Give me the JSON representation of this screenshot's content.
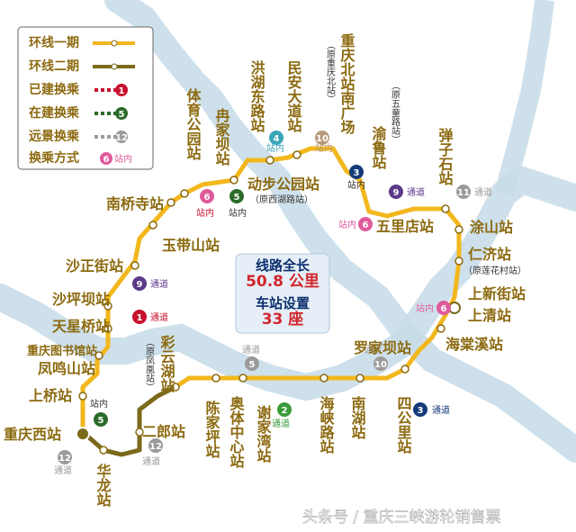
{
  "legend": {
    "items": [
      {
        "label": "环线一期",
        "color": "#f2b71c",
        "style": "line1"
      },
      {
        "label": "环线二期",
        "color": "#7a6a1a",
        "style": "line2"
      },
      {
        "label": "已建换乘",
        "color": "#c8102e",
        "style": "built",
        "num": "1"
      },
      {
        "label": "在建换乘",
        "color": "#2a6b2a",
        "style": "building",
        "num": "5"
      },
      {
        "label": "远景换乘",
        "color": "#9a9a9a",
        "style": "future",
        "num": "12"
      },
      {
        "label": "换乘方式",
        "color": "#e05a9b",
        "style": "mode",
        "num": "6",
        "mode": "站内"
      }
    ]
  },
  "info": {
    "length_label": "线路全长",
    "length_value": "50.8 公里",
    "stations_label": "车站设置",
    "stations_value": "33 座"
  },
  "stations": {
    "tiyu": "体育公园站",
    "ranjia": "冉家坝站",
    "honghu": "洪湖东路站",
    "minan": "民安大道站",
    "cqbei": "重庆北站南广场",
    "cqbei_note": "（原重庆北站）",
    "yulu": "渝鲁站",
    "yulu_note": "（原五童路站）",
    "dongbu": "动步公园站",
    "dongbu_note": "（原西湖路站）",
    "nanqiao": "南桥寺站",
    "yudai": "玉带山站",
    "shazheng": "沙正街站",
    "shaping": "沙坪坝站",
    "tianxing": "天星桥站",
    "library": "重庆图书馆站",
    "fengming": "凤鸣山站",
    "shangqiao": "上桥站",
    "cqxi": "重庆西站",
    "hualong": "华龙站",
    "erlang": "二郎站",
    "caiyun": "彩云湖站",
    "caiyun_note": "（原凤凰站）",
    "chenjiaping": "陈家坪站",
    "aoti": "奥体中心站",
    "xiejiawan": "谢家湾站",
    "haixia": "海峡路站",
    "nanhu": "南湖站",
    "sigongli": "四公里站",
    "luojiaba": "罗家坝站",
    "haitangxi": "海棠溪站",
    "shangxinjie": "上新街站",
    "shangqing": "上清站",
    "renji": "仁济站",
    "renji_note": "（原莲花村站）",
    "tushan": "涂山站",
    "danzishi": "弹子石站",
    "wulidian": "五里店站"
  },
  "tags": {
    "zhannei": "站内",
    "tongdao": "通道"
  },
  "transfers": {
    "n1": "1",
    "n2": "2",
    "n3": "3",
    "n4": "4",
    "n5": "5",
    "n6": "6",
    "n9": "9",
    "n10": "10",
    "n11": "11",
    "n12": "12"
  },
  "watermark": "头条号 / 重庆三峡游轮销售票",
  "colors": {
    "line1": "#f2b71c",
    "line2": "#7a6a1a",
    "river": "#c9dde9",
    "label": "#8c6a10",
    "built": "#c8102e",
    "building": "#2a6b2a",
    "future": "#9a9a9a",
    "mode": "#e05a9b",
    "l2": "#3a9b3a",
    "l3": "#143a7a",
    "l4": "#3aa6b9",
    "l9": "#5a3a8a",
    "l10": "#b89a7a"
  }
}
